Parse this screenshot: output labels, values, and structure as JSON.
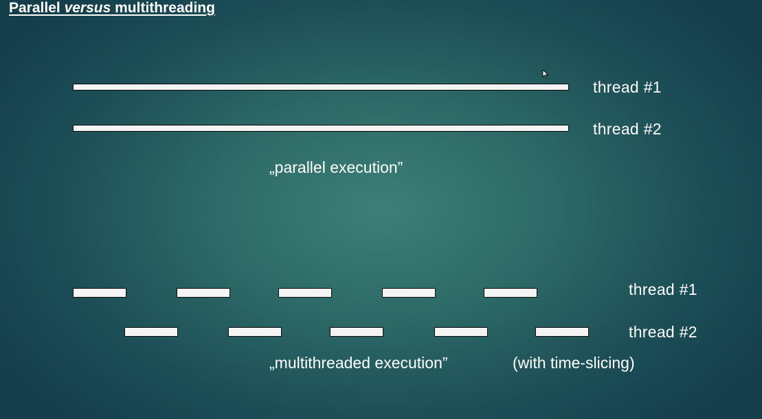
{
  "slide": {
    "title_part1": "Parallel ",
    "title_part2": "versus",
    "title_part3": " multithreading"
  },
  "parallel": {
    "thread1_label": "thread #1",
    "thread2_label": "thread #2",
    "caption": "„parallel execution”"
  },
  "multithreaded": {
    "thread1_label": "thread #1",
    "thread2_label": "thread #2",
    "caption": "„multithreaded execution”",
    "note": "(with time-slicing)",
    "thread1_slices": 5,
    "thread2_slices": 5
  },
  "colors": {
    "bar_fill": "#f4f4f4",
    "bar_border": "#0a0a0a",
    "background_center": "#3d7f78",
    "background_edge": "#143e4a"
  }
}
